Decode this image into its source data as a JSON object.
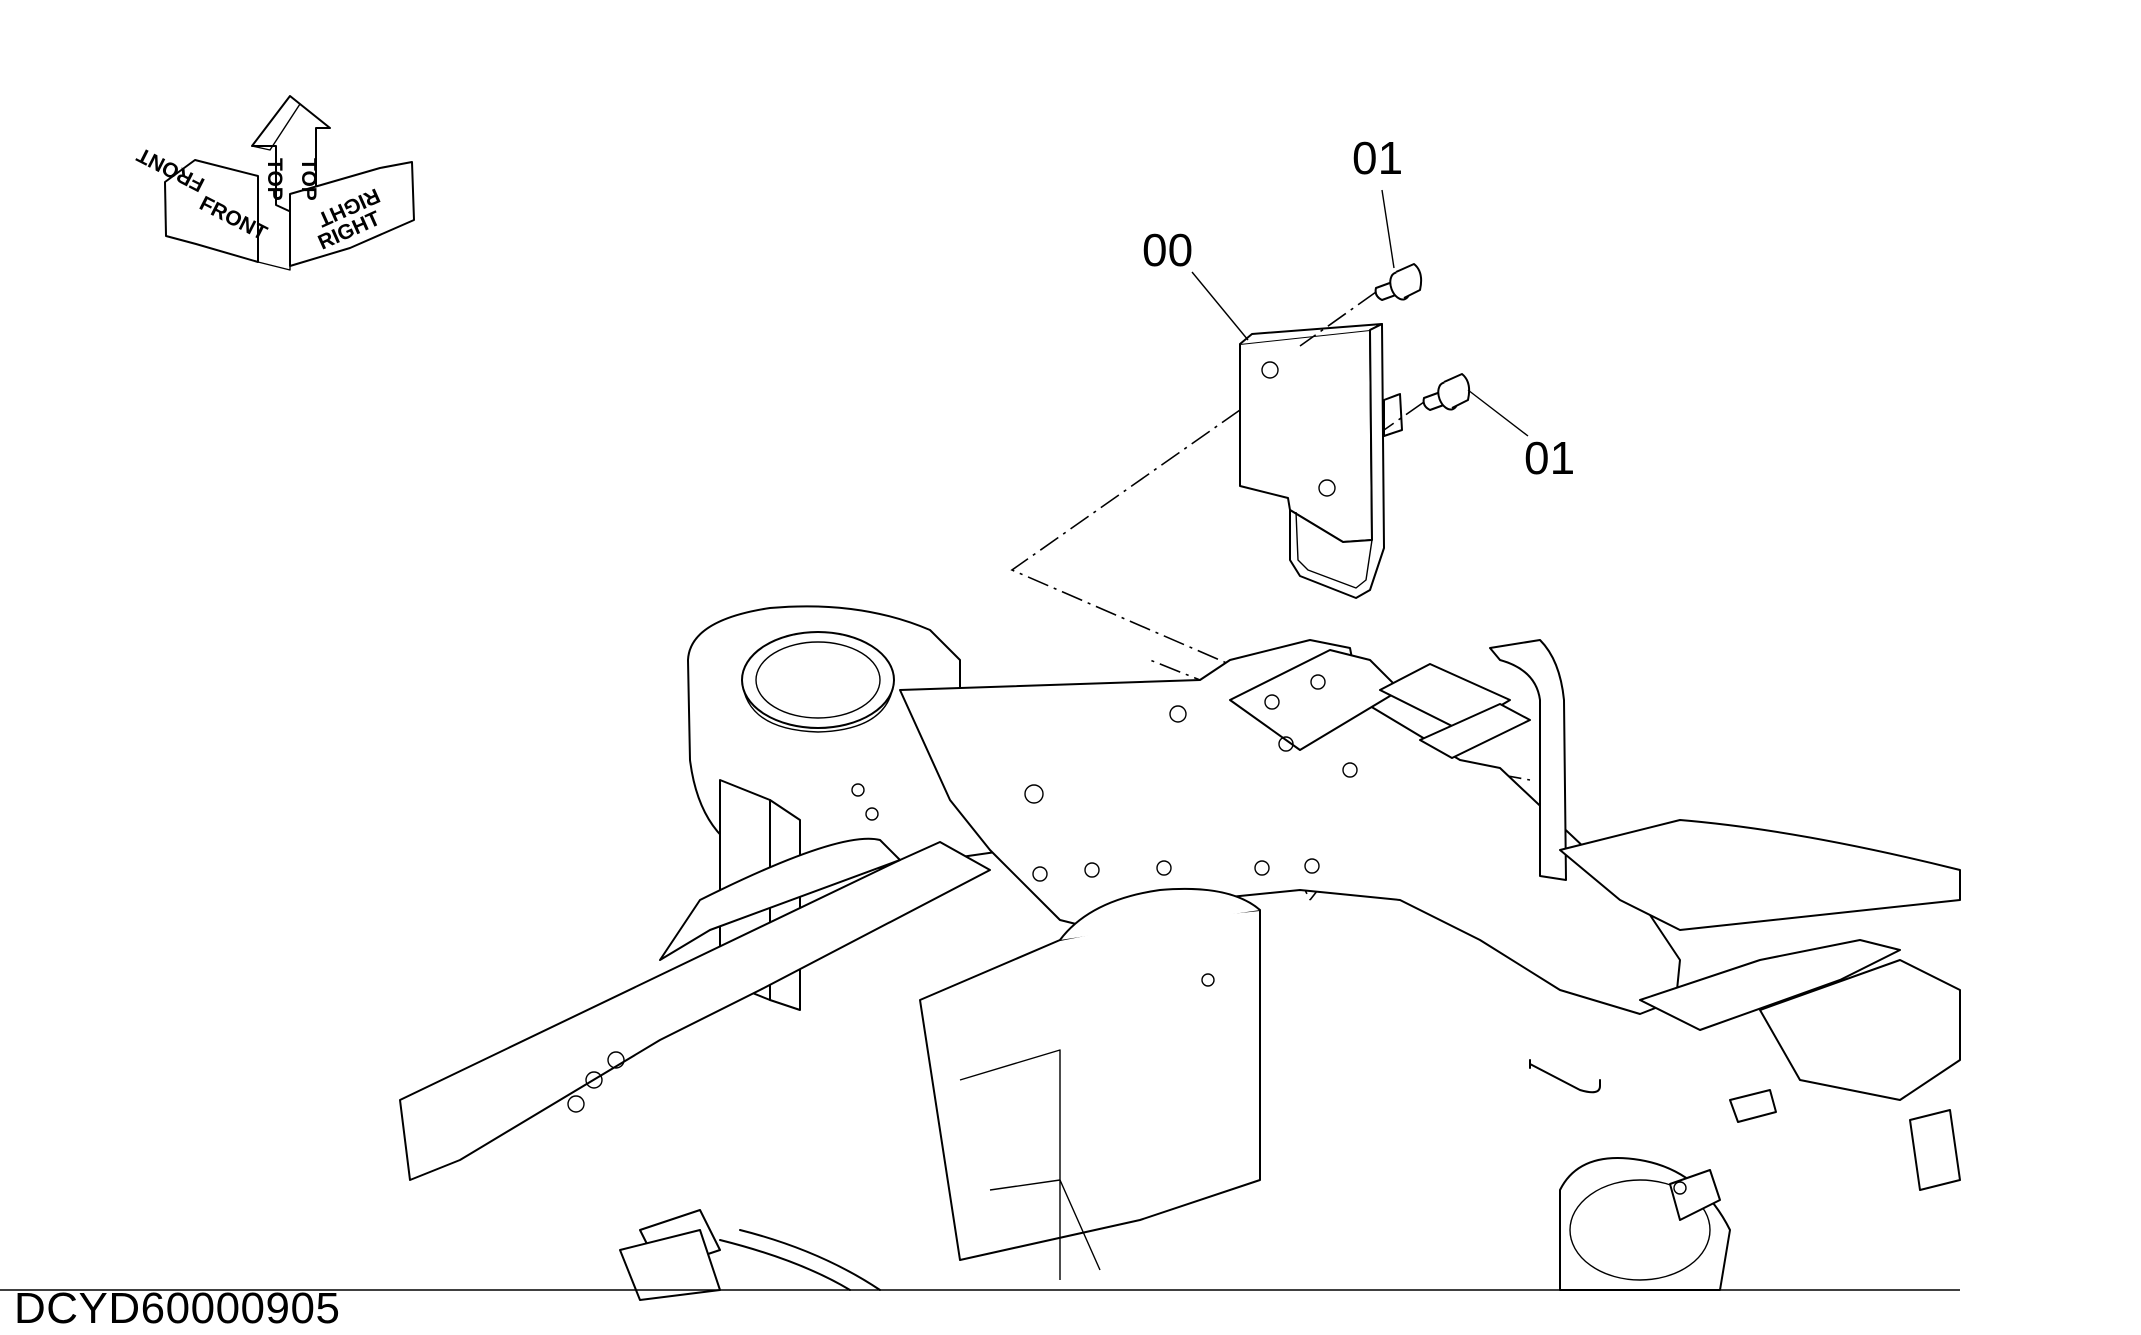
{
  "orientation_symbol": {
    "labels": {
      "front": "FRONT",
      "top": "TOP",
      "right": "RIGHT"
    }
  },
  "callouts": [
    {
      "id": "c1",
      "label": "01"
    },
    {
      "id": "c2",
      "label": "00"
    },
    {
      "id": "c3",
      "label": "01"
    }
  ],
  "drawing_code": "DCYD60000905"
}
